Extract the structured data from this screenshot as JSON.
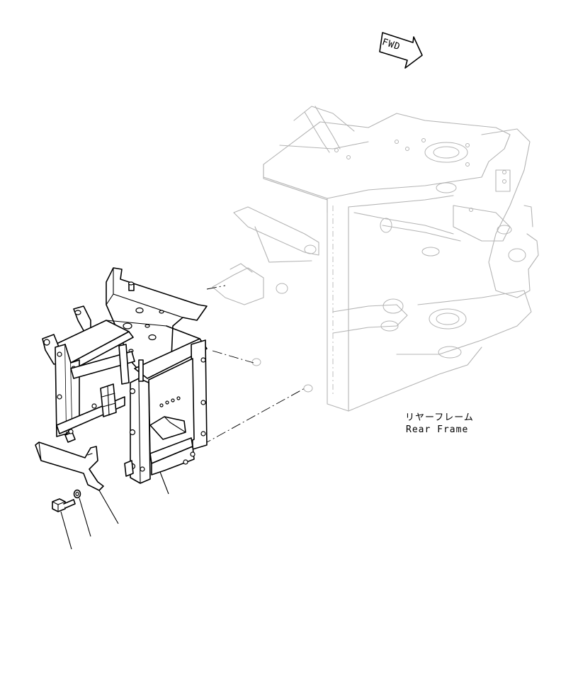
{
  "direction_badge": {
    "text": "FWD",
    "icon": "forward-arrow-icon"
  },
  "callout": {
    "japanese": "リヤーフレーム",
    "english": "Rear Frame"
  },
  "colors": {
    "part_line": "#000000",
    "reference_line": "#b4b4b4",
    "background": "#ffffff"
  }
}
